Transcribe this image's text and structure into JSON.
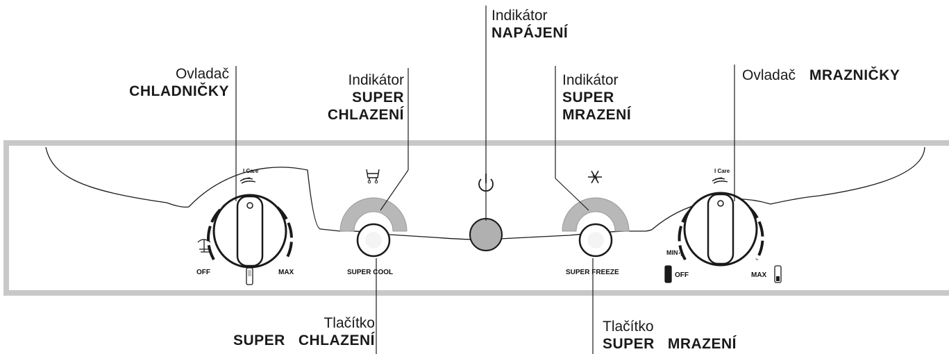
{
  "callouts": {
    "fridge_control": {
      "line1": "Ovladač",
      "line2": "CHLADNIČKY"
    },
    "super_cool_indicator": {
      "line1": "Indikátor",
      "line2": "SUPER",
      "line3": "CHLAZENÍ"
    },
    "power_indicator": {
      "line1": "Indikátor",
      "line2": "NAPÁJENÍ"
    },
    "super_freeze_indicator": {
      "line1": "Indikátor",
      "line2": "SUPER",
      "line3": "MRAZENÍ"
    },
    "freezer_control": {
      "line1": "Ovladač",
      "line2": "MRAZNIČKY"
    },
    "super_cool_button": {
      "line1": "Tlačítko",
      "line2": "SUPER   CHLAZENÍ"
    },
    "super_freeze_button": {
      "line1": "Tlačítko",
      "line2": "SUPER   MRAZENÍ"
    }
  },
  "panel": {
    "fridge_knob": {
      "top_label": "I Care",
      "off": "OFF",
      "max": "MAX"
    },
    "super_cool_label": "SUPER COOL",
    "super_freeze_label": "SUPER FREEZE",
    "freezer_knob": {
      "top_label": "I Care",
      "min": "MIN",
      "off": "OFF",
      "max": "MAX"
    }
  },
  "icons": [
    "cart-icon",
    "power-icon",
    "snowflake-icon",
    "holiday-icon",
    "hand-icon",
    "thermometer-icon"
  ],
  "colors": {
    "panel_border": "#c8c8c8",
    "indicator_gray": "#b5b5b5",
    "power_led": "#b0b0b0",
    "line": "#1a1a1a"
  }
}
